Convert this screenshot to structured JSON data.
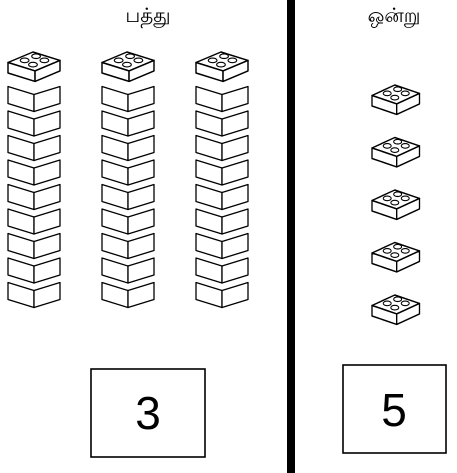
{
  "tens": {
    "label": "பத்து",
    "count": 3,
    "value_text": "3",
    "bricks_per_tower": 10
  },
  "ones": {
    "label": "ஒன்று",
    "count": 5,
    "value_text": "5"
  },
  "colors": {
    "ink": "#000000",
    "paper": "#ffffff"
  }
}
